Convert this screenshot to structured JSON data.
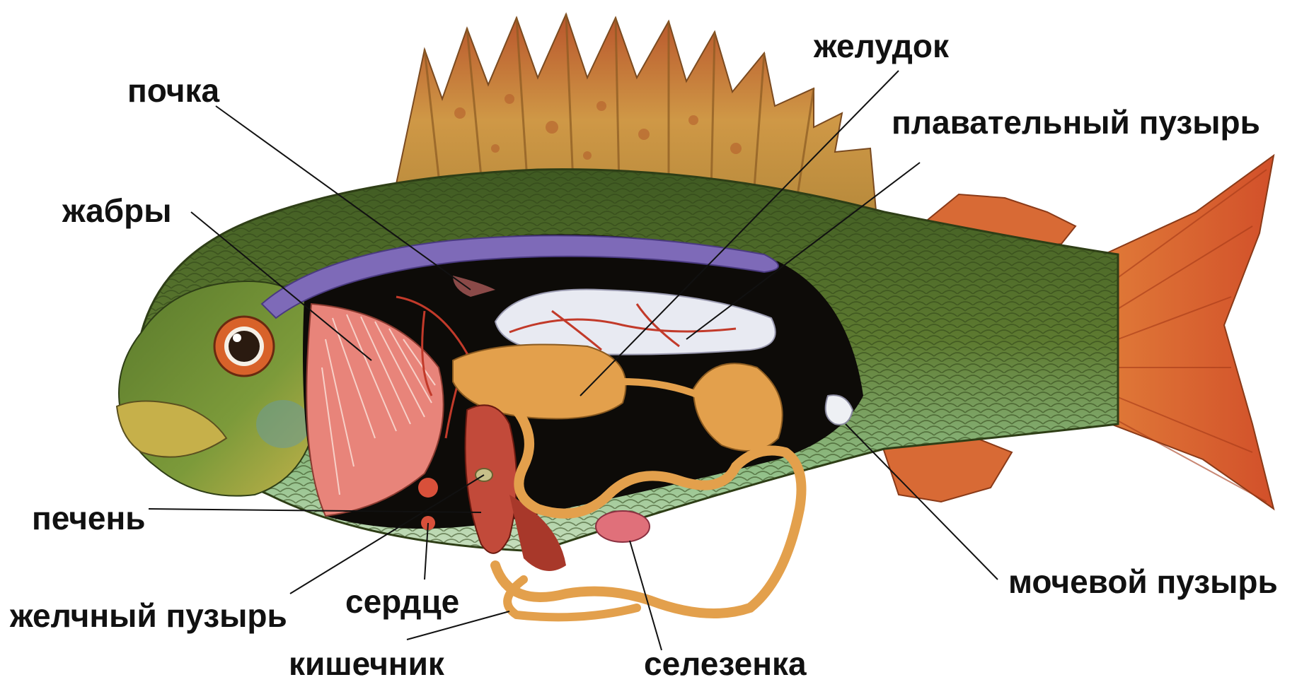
{
  "labels": {
    "kidney": "почка",
    "gills": "жабры",
    "stomach": "желудок",
    "swim_bladder": "плавательный пузырь",
    "liver": "печень",
    "gallbladder": "желчный пузырь",
    "heart": "сердце",
    "intestine": "кишечник",
    "spleen": "селезенка",
    "urinary_bladder": "мочевой пузырь"
  },
  "colors": {
    "body_green": "#4f6b2c",
    "belly_light": "#9ec98a",
    "fin_orange": "#d9622b",
    "dorsal_fin": "#c4893a",
    "cavity_black": "#0d0b08",
    "gills_pink": "#e8847a",
    "kidney_purple": "#7e6ab8",
    "organ_orange": "#e3a04c",
    "swim_bladder": "#e8eaf2",
    "liver_red": "#c24a3a",
    "spleen_pink": "#e0707a",
    "eye_orange": "#d8622a"
  }
}
